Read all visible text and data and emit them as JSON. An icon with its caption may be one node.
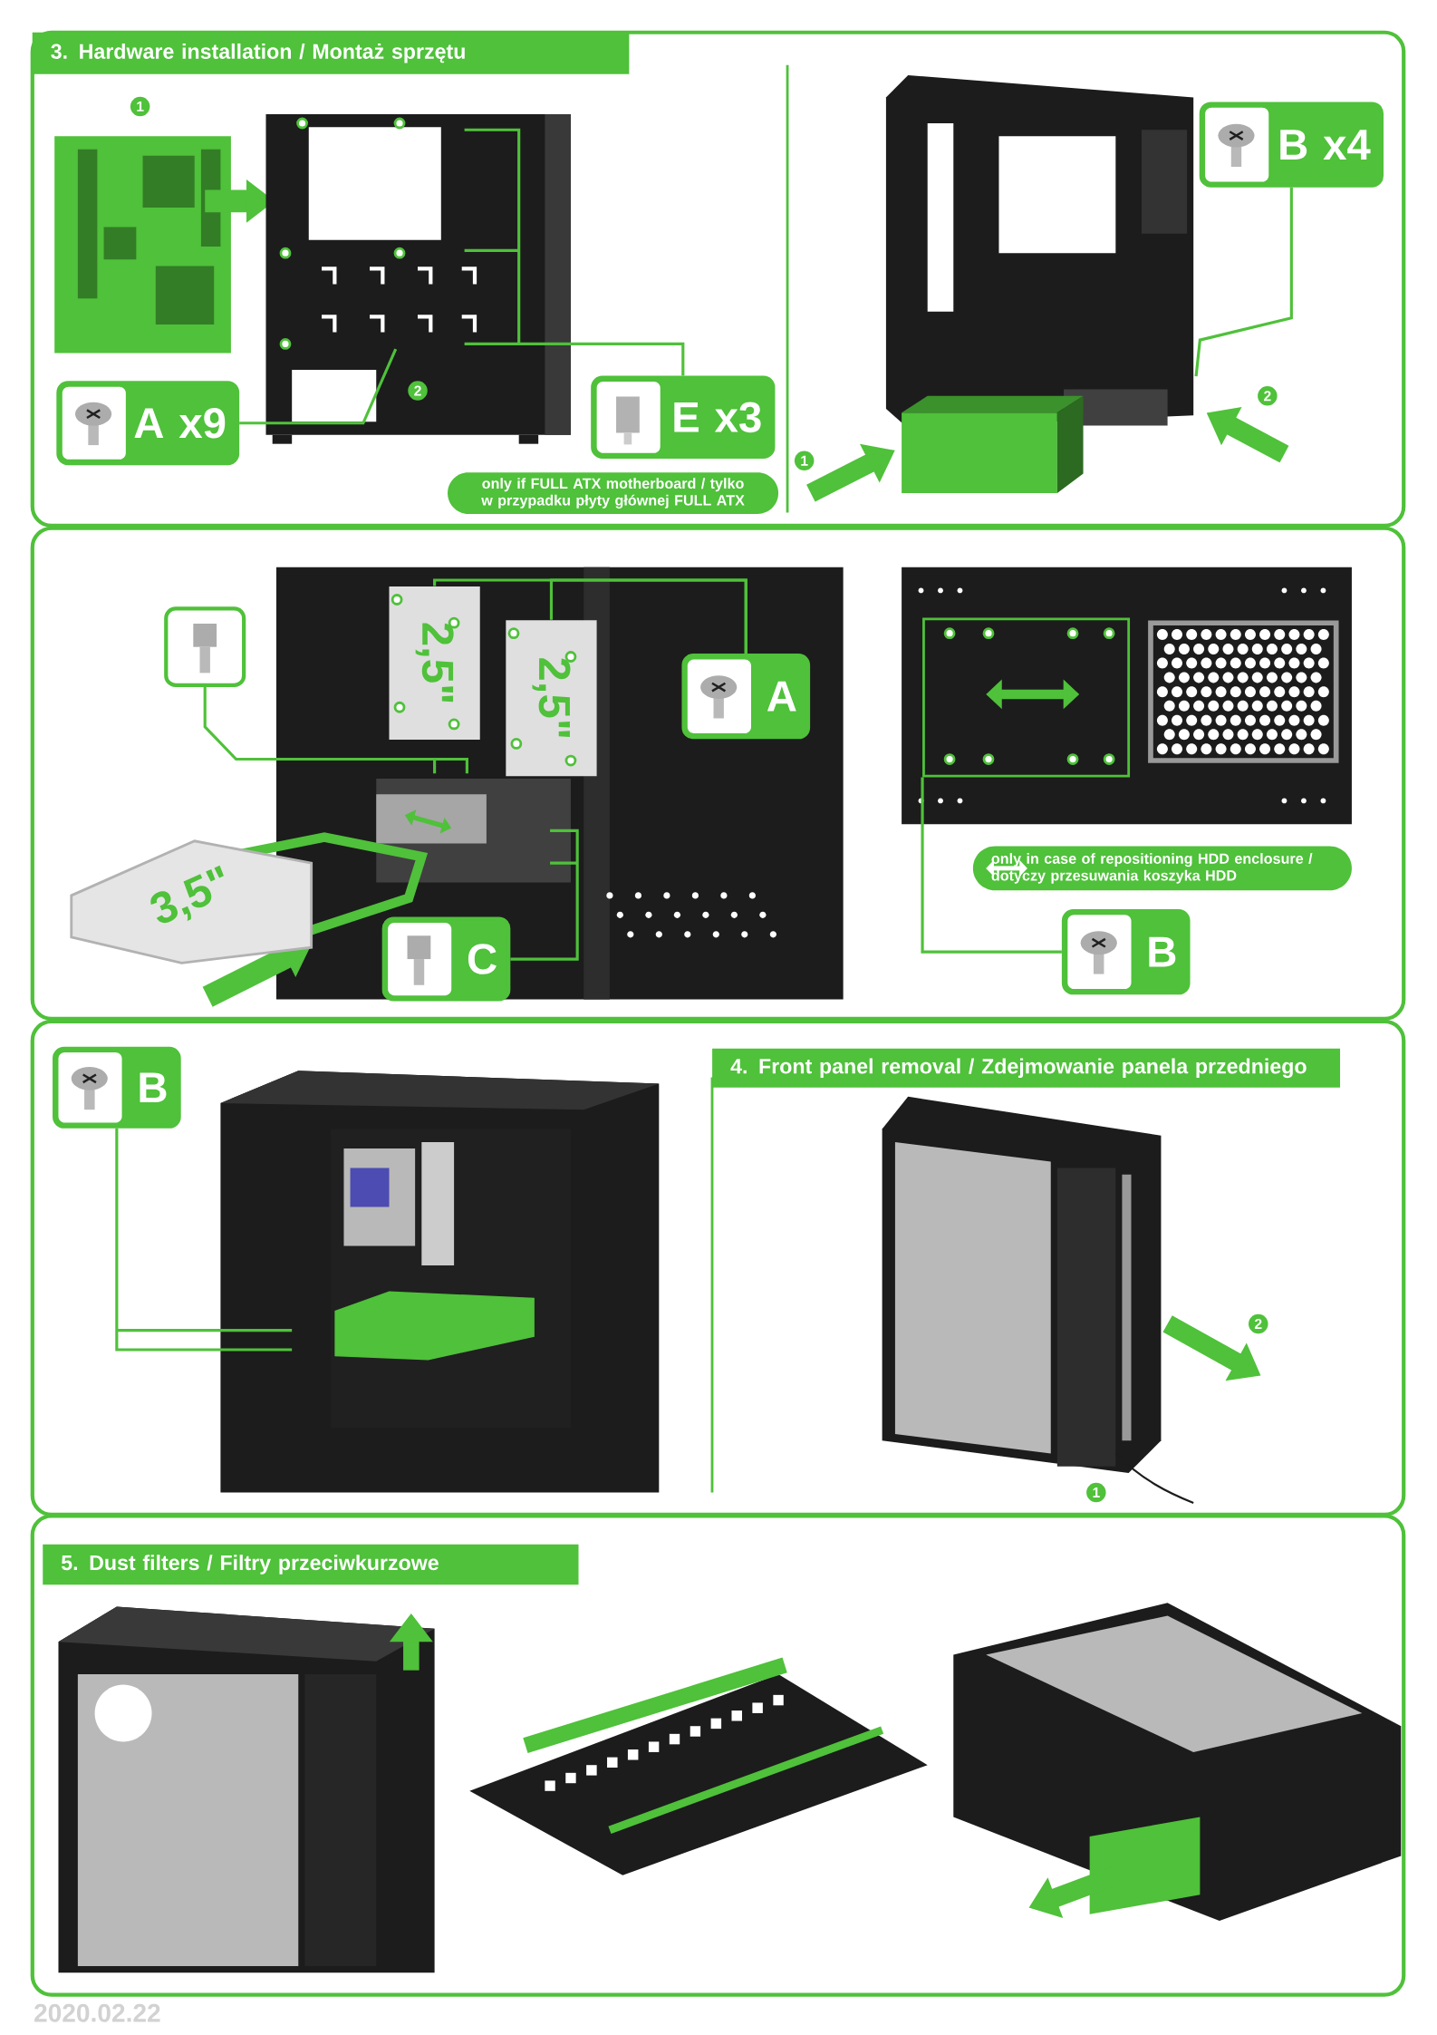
{
  "diagram": {
    "nodes": [
      {
        "text": [
          "3. Hardware installation / Montaż sprzętu"
        ]
      },
      {
        "text": [
          "A x9"
        ]
      },
      {
        "text": [
          "E x3"
        ]
      },
      {
        "text": [
          "only if FULL ATX motherboard / tylko w przypadku płyty głównej FULL ATX"
        ]
      },
      {
        "text": [
          "B x4"
        ]
      },
      {
        "text": [],
        "shape": "box"
      },
      {
        "text": [
          "A"
        ]
      },
      {
        "text": [
          "only in case of repositioning HDD enclosure / dotyczy przesuwania koszyka HDD"
        ]
      },
      {
        "text": [
          "C"
        ]
      },
      {
        "text": [
          "B"
        ]
      },
      {
        "text": [
          "B"
        ]
      },
      {
        "text": [
          "4. Front panel removal / Zdejmowanie panela przedniego"
        ]
      },
      {
        "text": [
          "5. Dust filters / Filtry przeciwkurzowe"
        ]
      },
      {
        "text": [
          "2,5\""
        ]
      },
      {
        "text": [
          "2,5\""
        ]
      },
      {
        "text": [
          "3,5\""
        ]
      },
      {
        "text": [],
        "shape": "box"
      }
    ],
    "edges": [
      {
        "from": 1,
        "to": null,
        "arrow": "none"
      },
      {
        "from": 2,
        "to": null,
        "arrow": "none"
      },
      {
        "from": 4,
        "to": null,
        "arrow": "none"
      },
      {
        "from": 5,
        "to": null,
        "arrow": "none"
      },
      {
        "from": 6,
        "to": 13,
        "arrow": "none"
      },
      {
        "from": 8,
        "to": null,
        "arrow": "none"
      },
      {
        "from": 9,
        "to": 16,
        "arrow": "none"
      },
      {
        "from": 10,
        "to": null,
        "arrow": "none"
      },
      {
        "from": 6,
        "to": 14,
        "arrow": "none"
      }
    ],
    "labels": [
      "1",
      "2",
      "1",
      "2",
      "2",
      "1",
      "2020.02.22"
    ]
  }
}
